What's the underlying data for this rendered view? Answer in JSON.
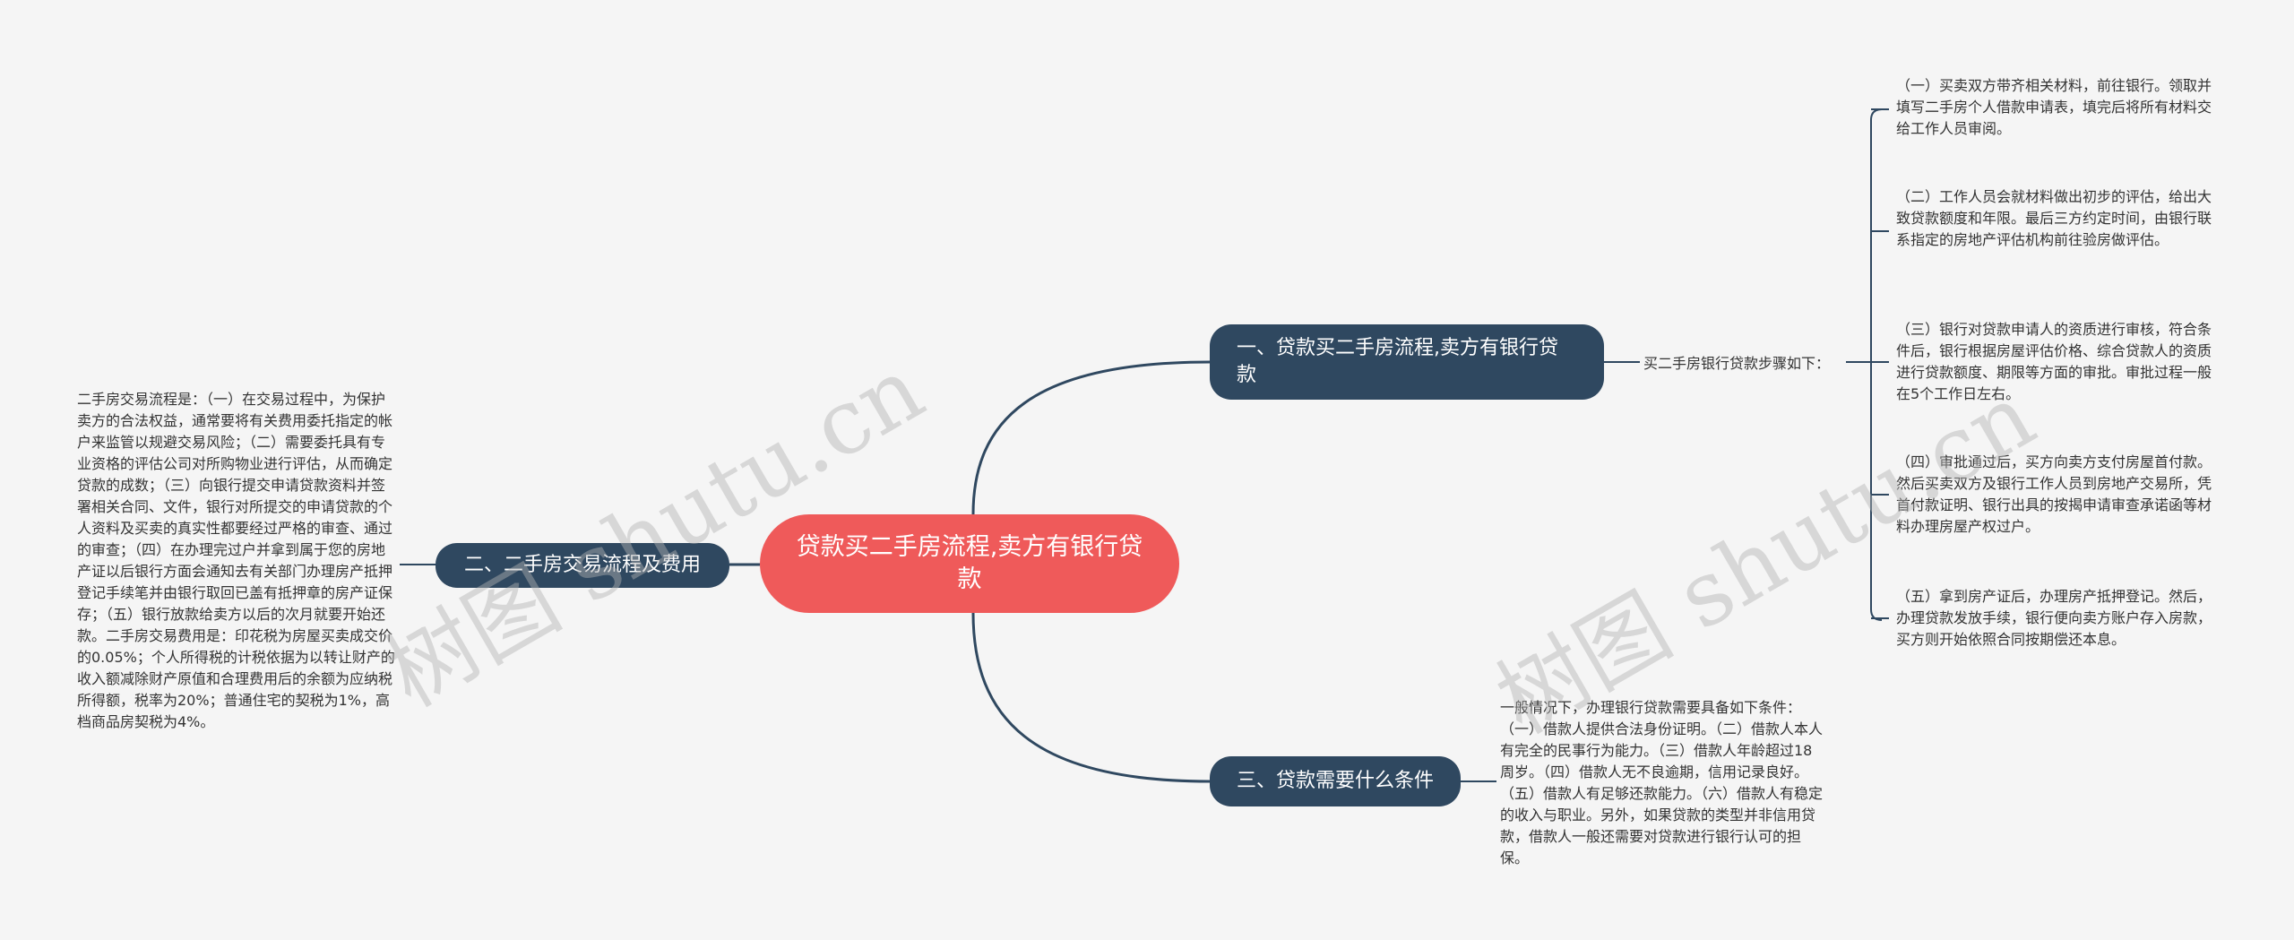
{
  "root": {
    "title": "贷款买二手房流程,卖方有银行贷款"
  },
  "branches": {
    "b1": {
      "label": "一、贷款买二手房流程,卖方有银行贷款",
      "sub_label": "买二手房银行贷款步骤如下：",
      "leaves": [
        "（一）买卖双方带齐相关材料，前往银行。领取并填写二手房个人借款申请表，填完后将所有材料交给工作人员审阅。",
        "（二）工作人员会就材料做出初步的评估，给出大致贷款额度和年限。最后三方约定时间，由银行联系指定的房地产评估机构前往验房做评估。",
        "（三）银行对贷款申请人的资质进行审核，符合条件后，银行根据房屋评估价格、综合贷款人的资质进行贷款额度、期限等方面的审批。审批过程一般在5个工作日左右。",
        "（四）审批通过后，买方向卖方支付房屋首付款。然后买卖双方及银行工作人员到房地产交易所，凭首付款证明、银行出具的按揭申请审查承诺函等材料办理房屋产权过户。",
        "（五）拿到房产证后，办理房产抵押登记。然后，办理贷款发放手续，银行便向卖方账户存入房款，买方则开始依照合同按期偿还本息。"
      ]
    },
    "b2": {
      "label": "二、二手房交易流程及费用",
      "text": "二手房交易流程是：（一）在交易过程中，为保护卖方的合法权益，通常要将有关费用委托指定的帐户来监管以规避交易风险；（二）需要委托具有专业资格的评估公司对所购物业进行评估，从而确定贷款的成数；（三）向银行提交申请贷款资料并签署相关合同、文件，银行对所提交的申请贷款的个人资料及买卖的真实性都要经过严格的审查、通过的审查；（四）在办理完过户并拿到属于您的房地产证以后银行方面会通知去有关部门办理房产抵押登记手续笔并由银行取回已盖有抵押章的房产证保存；（五）银行放款给卖方以后的次月就要开始还款。二手房交易费用是：印花税为房屋买卖成交价的0.05%；个人所得税的计税依据为以转让财产的收入额减除财产原值和合理费用后的余额为应纳税所得额，税率为20%；普通住宅的契税为1%，高档商品房契税为4%。"
    },
    "b3": {
      "label": "三、贷款需要什么条件",
      "text": "一般情况下，办理银行贷款需要具备如下条件：（一）借款人提供合法身份证明。（二）借款人本人有完全的民事行为能力。（三）借款人年龄超过18周岁。（四）借款人无不良逾期，信用记录良好。（五）借款人有足够还款能力。（六）借款人有稳定的收入与职业。另外，如果贷款的类型并非信用贷款，借款人一般还需要对贷款进行银行认可的担保。"
    }
  },
  "watermark": {
    "text": "树图 shutu.cn"
  },
  "colors": {
    "root": "#ef5a5a",
    "branch": "#2f4860",
    "line": "#2f4860",
    "background": "#f5f5f5"
  }
}
